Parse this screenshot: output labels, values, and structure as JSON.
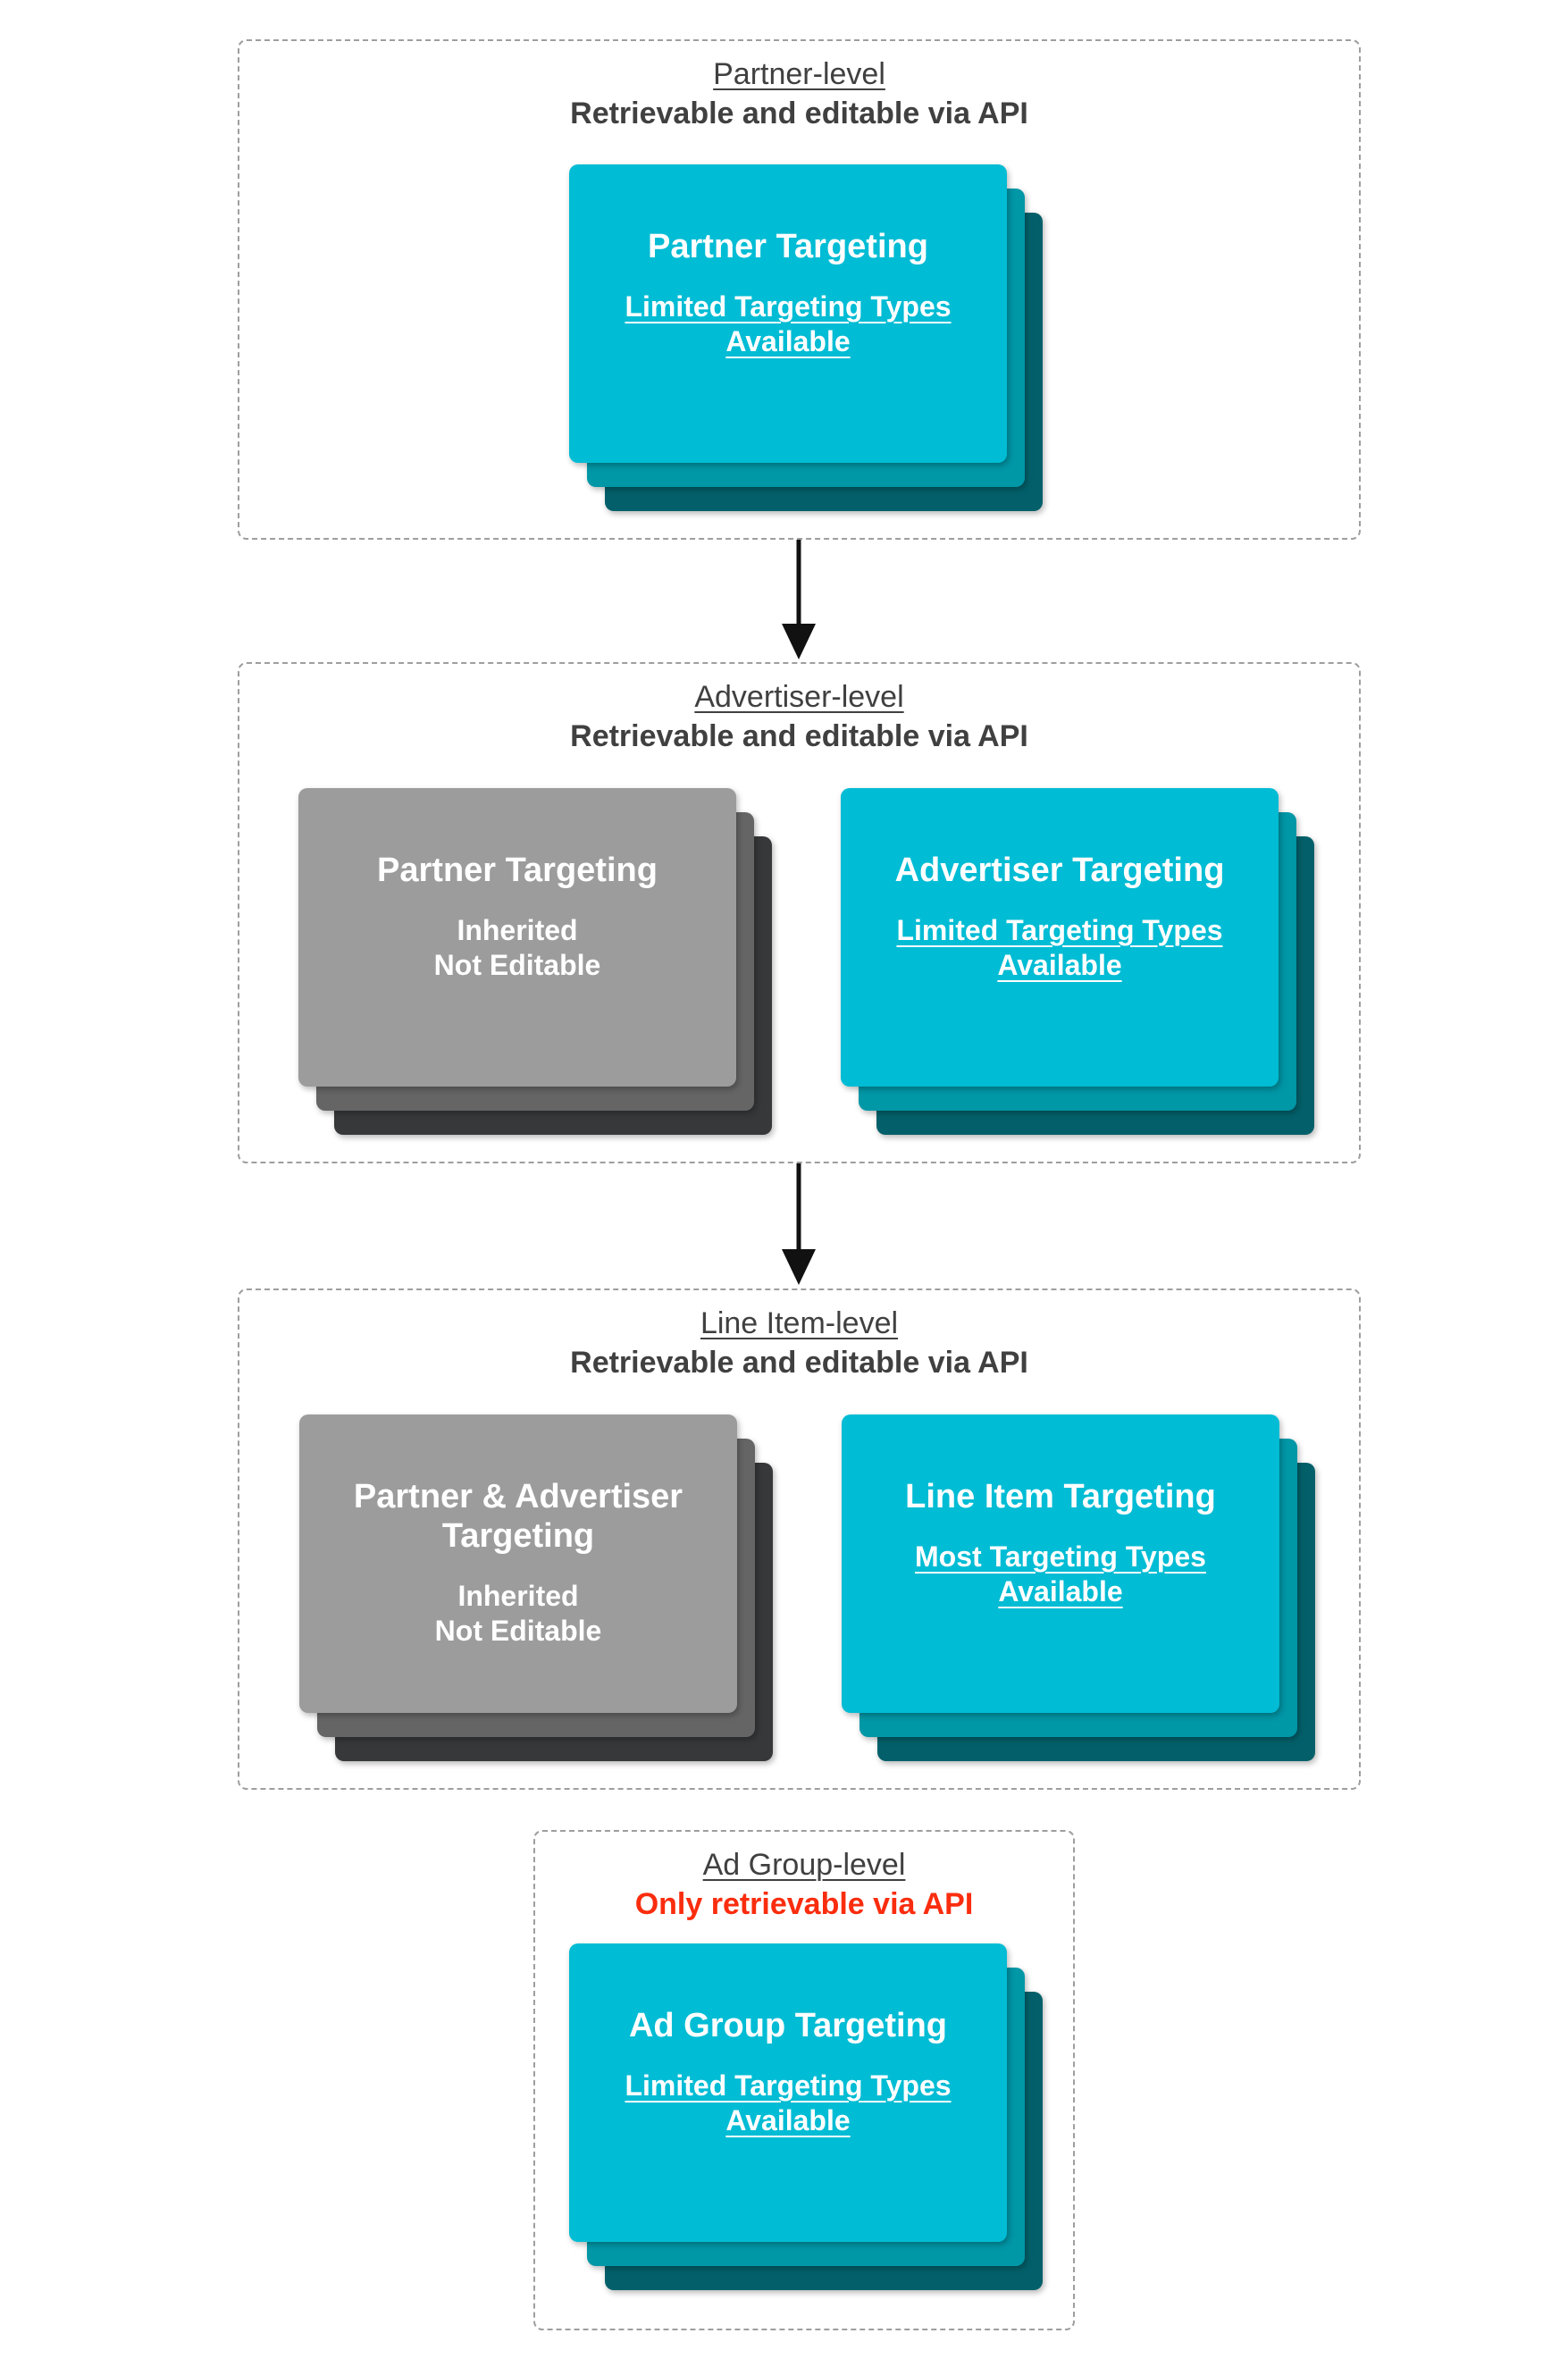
{
  "colors": {
    "cyan_front": "#00bcd4",
    "cyan_mid": "#0097a7",
    "cyan_back": "#03606a",
    "gray_front": "#9c9c9c",
    "gray_mid": "#656565",
    "gray_back": "#36383a",
    "heading_text": "#404040",
    "alert_text": "#fa2d0e",
    "card_text": "#ffffff",
    "dashed_border": "#9e9e9e",
    "arrow": "#111111"
  },
  "sections": [
    {
      "id": "partner-level",
      "title": "Partner-level",
      "subtitle": "Retrievable and editable via API",
      "subtitle_style": "default",
      "cards": [
        {
          "variant": "cyan",
          "title": "Partner Targeting",
          "subtitle_lines": [
            "Limited Targeting Types",
            "Available"
          ],
          "subtitle_underlined": true
        }
      ]
    },
    {
      "id": "advertiser-level",
      "title": "Advertiser-level",
      "subtitle": "Retrievable and editable via API",
      "subtitle_style": "default",
      "cards": [
        {
          "variant": "gray",
          "title": "Partner Targeting",
          "subtitle_lines": [
            "Inherited",
            "Not Editable"
          ],
          "subtitle_underlined": false
        },
        {
          "variant": "cyan",
          "title": "Advertiser Targeting",
          "subtitle_lines": [
            "Limited Targeting Types",
            "Available"
          ],
          "subtitle_underlined": true
        }
      ]
    },
    {
      "id": "line-item-level",
      "title": "Line Item-level",
      "subtitle": "Retrievable and editable via API",
      "subtitle_style": "default",
      "cards": [
        {
          "variant": "gray",
          "title": "Partner & Advertiser Targeting",
          "subtitle_lines": [
            "Inherited",
            "Not Editable"
          ],
          "subtitle_underlined": false
        },
        {
          "variant": "cyan",
          "title": "Line Item Targeting",
          "subtitle_lines": [
            "Most Targeting Types",
            "Available"
          ],
          "subtitle_underlined": true
        }
      ]
    },
    {
      "id": "ad-group-level",
      "title": "Ad Group-level",
      "subtitle": "Only retrievable via API",
      "subtitle_style": "alert",
      "cards": [
        {
          "variant": "cyan",
          "title": "Ad Group Targeting",
          "subtitle_lines": [
            "Limited Targeting Types",
            "Available"
          ],
          "subtitle_underlined": true
        }
      ]
    }
  ]
}
